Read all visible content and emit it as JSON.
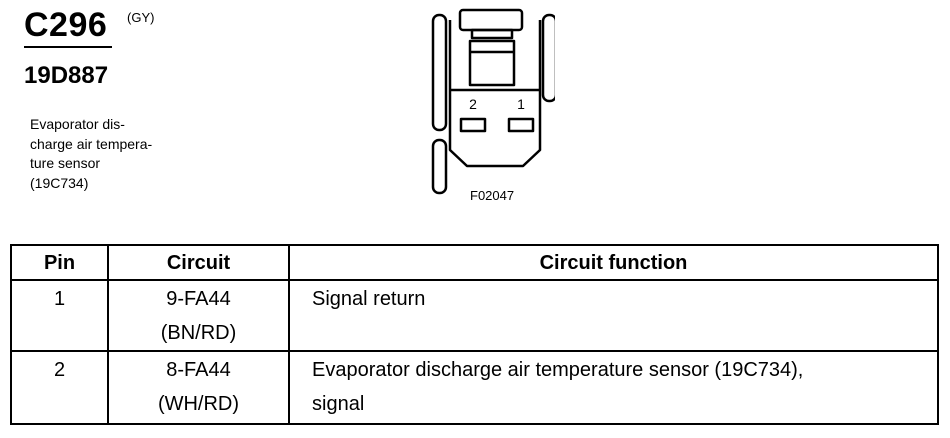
{
  "connector": {
    "id": "C296",
    "color_code": "(GY)",
    "part_number": "19D887",
    "description_lines": [
      "Evaporator dis-",
      "charge air tempera-",
      "ture sensor",
      "(19C734)"
    ],
    "figure_code": "F02047",
    "pin_labels": {
      "left": "2",
      "right": "1"
    }
  },
  "table": {
    "headers": {
      "pin": "Pin",
      "circuit": "Circuit",
      "function": "Circuit function"
    },
    "rows": [
      {
        "pin": "1",
        "circuit": "9-FA44",
        "wire": "(BN/RD)",
        "function": "Signal return",
        "function_2": ""
      },
      {
        "pin": "2",
        "circuit": "8-FA44",
        "wire": "(WH/RD)",
        "function": "Evaporator discharge air temperature sensor (19C734),",
        "function_2": "signal"
      }
    ]
  }
}
